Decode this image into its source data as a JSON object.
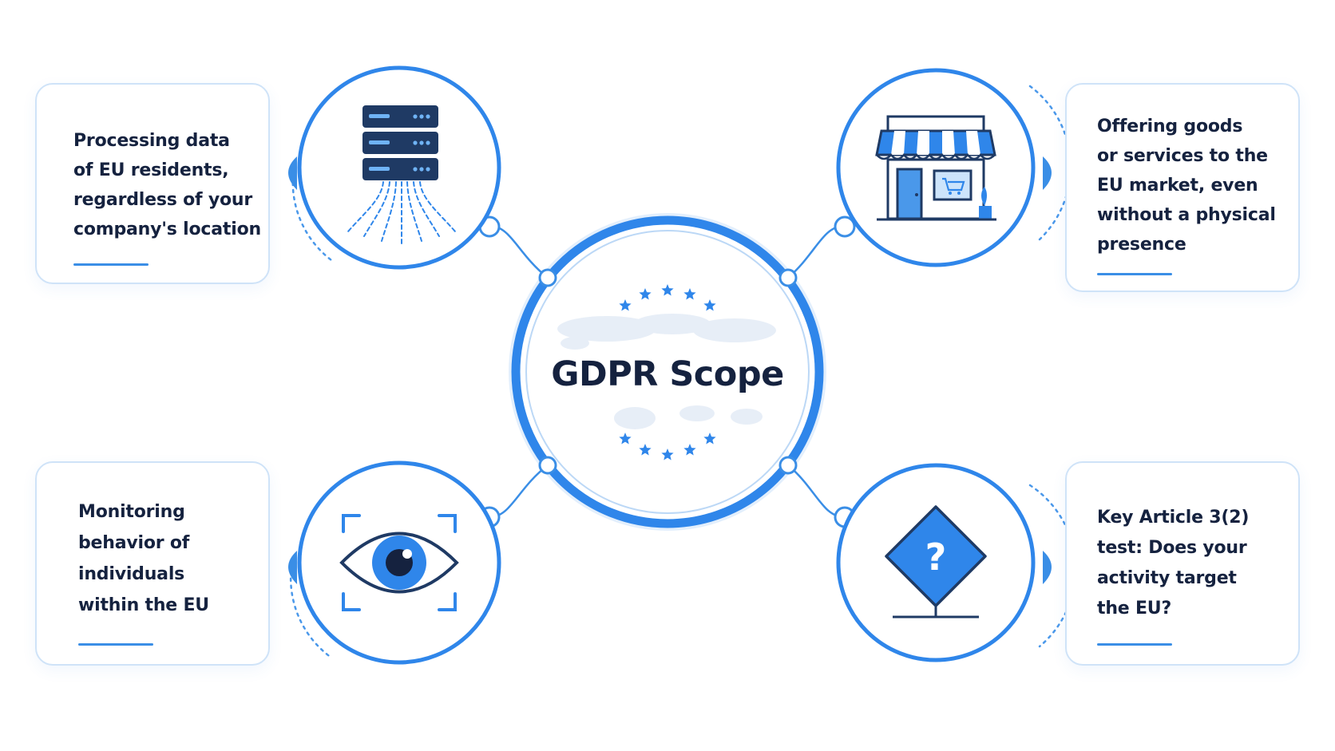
{
  "center": {
    "title": "GDPR Scope"
  },
  "cards": [
    {
      "id": "processing",
      "text": "Processing data\nof EU residents,\nregardless of your\ncompany's location",
      "icon": "server-icon"
    },
    {
      "id": "offering",
      "text": "Offering goods\nor services to the\nEU market, even\nwithout a physical\npresence",
      "icon": "storefront-icon"
    },
    {
      "id": "monitoring",
      "text": "Monitoring\nbehavior of\nindividuals\nwithin the EU",
      "icon": "eye-icon"
    },
    {
      "id": "article-test",
      "text": "Key Article 3(2)\ntest: Does your\nactivity target\nthe EU?",
      "icon": "question-sign-icon"
    }
  ],
  "colors": {
    "accent": "#2f86ea",
    "accent_light": "#5aa5f2",
    "navy": "#15223f",
    "card_border": "#cfe3f8"
  }
}
